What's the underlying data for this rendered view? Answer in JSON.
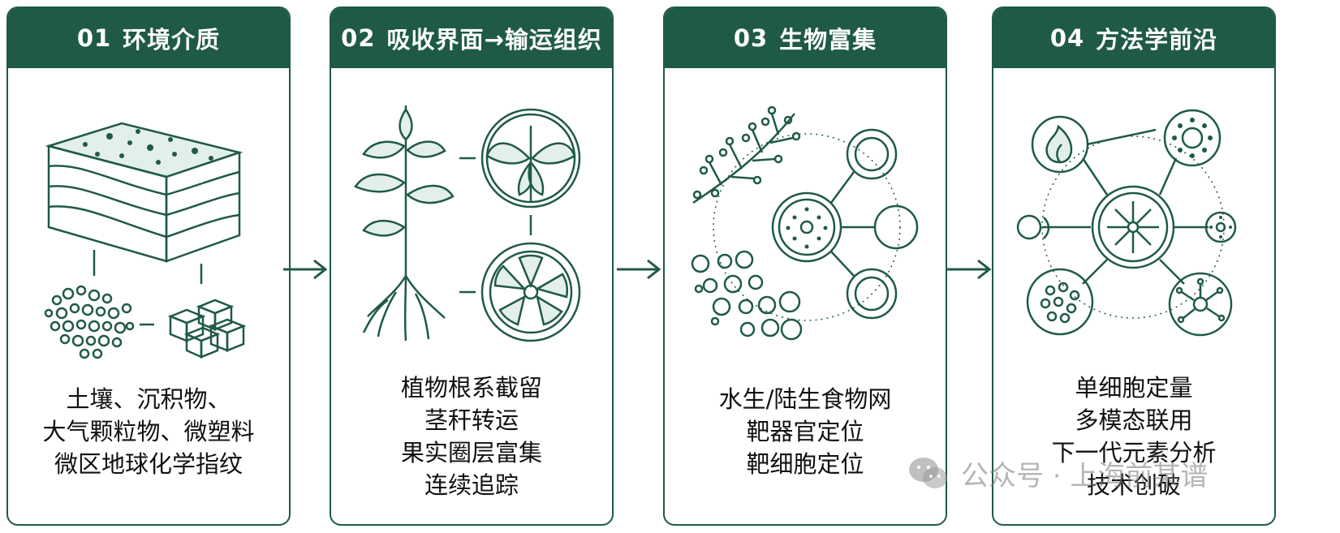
{
  "panels": [
    {
      "num": "01",
      "title": "环境介质",
      "lines": [
        "土壤、沉积物、",
        "大气颗粒物、微塑料",
        "微区地球化学指纹"
      ],
      "icons": [
        "layered-soil-block-icon",
        "particle-cluster-icon",
        "microplastic-cubes-icon"
      ]
    },
    {
      "num": "02",
      "title": "吸收界面→输运组织",
      "lines": [
        "植物根系截留",
        "茎秆转运",
        "果实圈层富集",
        "连续追踪"
      ],
      "icons": [
        "plant-with-roots-icon",
        "leaf-closeup-icon",
        "fruit-cross-section-icon"
      ]
    },
    {
      "num": "03",
      "title": "生物富集",
      "lines": [
        "水生/陆生食物网",
        "靶器官定位",
        "靶细胞定位"
      ],
      "icons": [
        "branch-icon",
        "cell-cluster-icon",
        "central-cell-icon"
      ]
    },
    {
      "num": "04",
      "title": "方法学前沿",
      "lines": [
        "单细胞定量",
        "多模态联用",
        "下一代元素分析",
        "技术创破"
      ],
      "icons": [
        "flame-icon",
        "single-cell-hub-icon",
        "network-icon"
      ]
    }
  ],
  "watermark": "公众号 · 上海前某谱",
  "colors": {
    "accent": "#1f5a46",
    "text": "#111111"
  }
}
